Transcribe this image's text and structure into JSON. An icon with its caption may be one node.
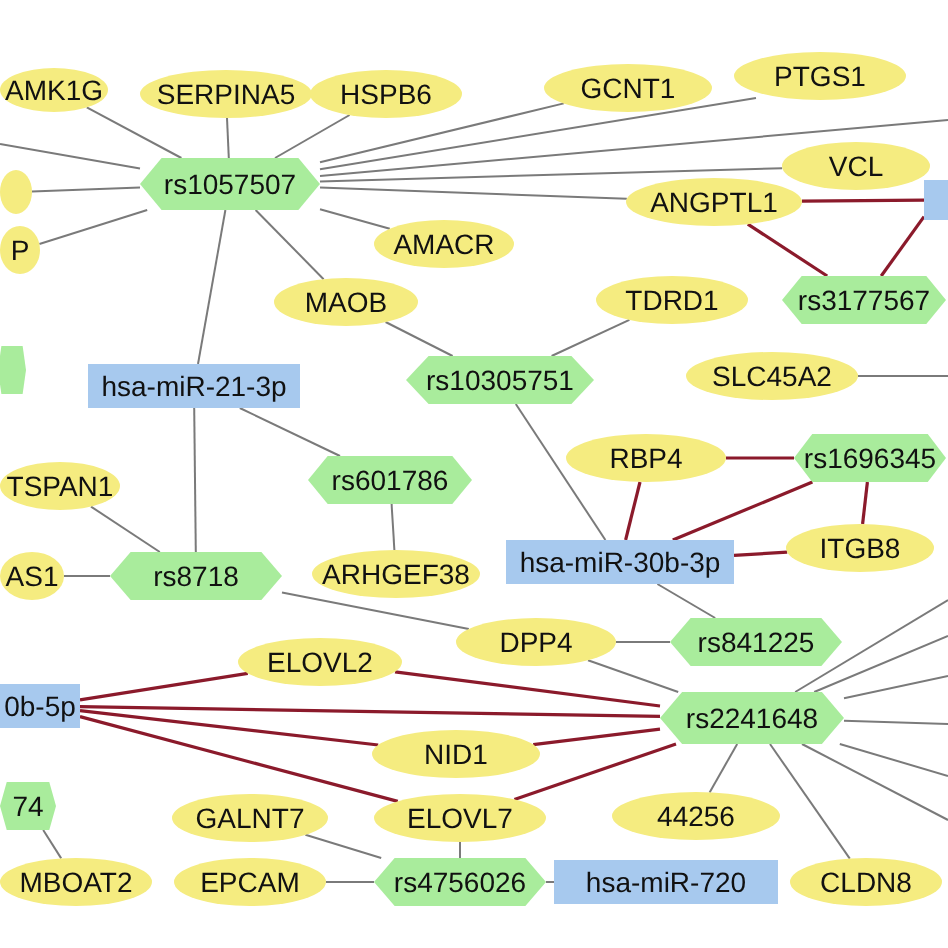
{
  "diagram": {
    "nodes": [
      {
        "text": [
          "AMK1G"
        ]
      },
      {
        "text": [
          "SERPINA5"
        ]
      },
      {
        "text": [
          "HSPB6"
        ]
      },
      {
        "text": [
          "GCNT1"
        ]
      },
      {
        "text": [
          "PTGS1"
        ]
      },
      {
        "text": [
          "VCL"
        ]
      },
      {
        "text": [],
        "shape": "ellipse"
      },
      {
        "text": [
          "rs1057507"
        ]
      },
      {
        "text": [
          "P"
        ]
      },
      {
        "text": [
          "ANGPTL1"
        ]
      },
      {
        "text": [],
        "shape": "box"
      },
      {
        "text": [
          "AMACR"
        ]
      },
      {
        "text": [
          "MAOB"
        ]
      },
      {
        "text": [
          "TDRD1"
        ]
      },
      {
        "text": [
          "rs3177567"
        ]
      },
      {
        "text": [],
        "shape": "hexagon"
      },
      {
        "text": [
          "hsa-miR-21-3p"
        ]
      },
      {
        "text": [
          "rs10305751"
        ]
      },
      {
        "text": [
          "SLC45A2"
        ]
      },
      {
        "text": [
          "rs601786"
        ]
      },
      {
        "text": [
          "TSPAN1"
        ]
      },
      {
        "text": [
          "RBP4"
        ]
      },
      {
        "text": [
          "rs1696345"
        ]
      },
      {
        "text": [
          "AS1"
        ]
      },
      {
        "text": [
          "rs8718"
        ]
      },
      {
        "text": [
          "ARHGEF38"
        ]
      },
      {
        "text": [
          "hsa-miR-30b-3p"
        ]
      },
      {
        "text": [
          "ITGB8"
        ]
      },
      {
        "text": [
          "ELOVL2"
        ]
      },
      {
        "text": [
          "DPP4"
        ]
      },
      {
        "text": [
          "rs841225"
        ]
      },
      {
        "text": [
          "0b-5p"
        ]
      },
      {
        "text": [
          "rs2241648"
        ]
      },
      {
        "text": [
          "NID1"
        ]
      },
      {
        "text": [
          "74"
        ]
      },
      {
        "text": [
          "ELOVL7"
        ]
      },
      {
        "text": [
          "GALNT7"
        ]
      },
      {
        "text": [
          "44256"
        ]
      },
      {
        "text": [
          "MBOAT2"
        ]
      },
      {
        "text": [
          "EPCAM"
        ]
      },
      {
        "text": [
          "rs4756026"
        ]
      },
      {
        "text": [
          "hsa-miR-720"
        ]
      },
      {
        "text": [
          "CLDN8"
        ]
      }
    ],
    "edges": [
      {
        "from": 7,
        "to": 0,
        "arrow": "none"
      },
      {
        "from": 7,
        "to": null,
        "arrow": "none"
      },
      {
        "from": 7,
        "to": 6,
        "arrow": "none"
      },
      {
        "from": 7,
        "to": 8,
        "arrow": "none"
      },
      {
        "from": 7,
        "to": 1,
        "arrow": "none"
      },
      {
        "from": 7,
        "to": 2,
        "arrow": "none"
      },
      {
        "from": 7,
        "to": 3,
        "arrow": "none"
      },
      {
        "from": 7,
        "to": 4,
        "arrow": "none"
      },
      {
        "from": 7,
        "to": null,
        "arrow": "none"
      },
      {
        "from": 7,
        "to": 5,
        "arrow": "none"
      },
      {
        "from": 7,
        "to": 9,
        "arrow": "none"
      },
      {
        "from": 7,
        "to": 11,
        "arrow": "none"
      },
      {
        "from": 7,
        "to": 12,
        "arrow": "none"
      },
      {
        "from": 7,
        "to": 16,
        "arrow": "none"
      },
      {
        "from": 9,
        "to": 10,
        "arrow": "none",
        "color": "#8b1a2b"
      },
      {
        "from": 9,
        "to": 14,
        "arrow": "none",
        "color": "#8b1a2b"
      },
      {
        "from": 14,
        "to": 10,
        "arrow": "none",
        "color": "#8b1a2b"
      },
      {
        "from": 12,
        "to": 17,
        "arrow": "none"
      },
      {
        "from": 13,
        "to": 17,
        "arrow": "none"
      },
      {
        "from": 17,
        "to": 26,
        "arrow": "none"
      },
      {
        "from": 18,
        "to": null,
        "arrow": "none"
      },
      {
        "from": 16,
        "to": 24,
        "arrow": "none"
      },
      {
        "from": 16,
        "to": 19,
        "arrow": "none"
      },
      {
        "from": 19,
        "to": 25,
        "arrow": "none"
      },
      {
        "from": 20,
        "to": 24,
        "arrow": "none"
      },
      {
        "from": 23,
        "to": 24,
        "arrow": "none"
      },
      {
        "from": 24,
        "to": 29,
        "arrow": "none"
      },
      {
        "from": 21,
        "to": 22,
        "arrow": "none",
        "color": "#8b1a2b"
      },
      {
        "from": 21,
        "to": 26,
        "arrow": "none",
        "color": "#8b1a2b"
      },
      {
        "from": 22,
        "to": 26,
        "arrow": "none",
        "color": "#8b1a2b"
      },
      {
        "from": 22,
        "to": 27,
        "arrow": "none",
        "color": "#8b1a2b"
      },
      {
        "from": 26,
        "to": 27,
        "arrow": "none",
        "color": "#8b1a2b"
      },
      {
        "from": 26,
        "to": 30,
        "arrow": "none"
      },
      {
        "from": 29,
        "to": 30,
        "arrow": "none"
      },
      {
        "from": 29,
        "to": 32,
        "arrow": "none"
      },
      {
        "from": 31,
        "to": 28,
        "arrow": "none",
        "color": "#8b1a2b"
      },
      {
        "from": 28,
        "to": 32,
        "arrow": "none",
        "color": "#8b1a2b"
      },
      {
        "from": 31,
        "to": 32,
        "arrow": "none",
        "color": "#8b1a2b"
      },
      {
        "from": 31,
        "to": 33,
        "arrow": "none",
        "color": "#8b1a2b"
      },
      {
        "from": 33,
        "to": 32,
        "arrow": "none",
        "color": "#8b1a2b"
      },
      {
        "from": 31,
        "to": 35,
        "arrow": "none",
        "color": "#8b1a2b"
      },
      {
        "from": 35,
        "to": 32,
        "arrow": "none",
        "color": "#8b1a2b"
      },
      {
        "from": 32,
        "to": 37,
        "arrow": "none"
      },
      {
        "from": 32,
        "to": 42,
        "arrow": "none"
      },
      {
        "from": 32,
        "to": null,
        "arrow": "none"
      },
      {
        "from": 32,
        "to": null,
        "arrow": "none"
      },
      {
        "from": 32,
        "to": null,
        "arrow": "none"
      },
      {
        "from": 32,
        "to": null,
        "arrow": "none"
      },
      {
        "from": 32,
        "to": null,
        "arrow": "none"
      },
      {
        "from": 32,
        "to": null,
        "arrow": "none"
      },
      {
        "from": 35,
        "to": 40,
        "arrow": "none"
      },
      {
        "from": 36,
        "to": 40,
        "arrow": "none"
      },
      {
        "from": 39,
        "to": 40,
        "arrow": "none"
      },
      {
        "from": 40,
        "to": 41,
        "arrow": "none"
      },
      {
        "from": 34,
        "to": 38,
        "arrow": "none"
      }
    ]
  }
}
